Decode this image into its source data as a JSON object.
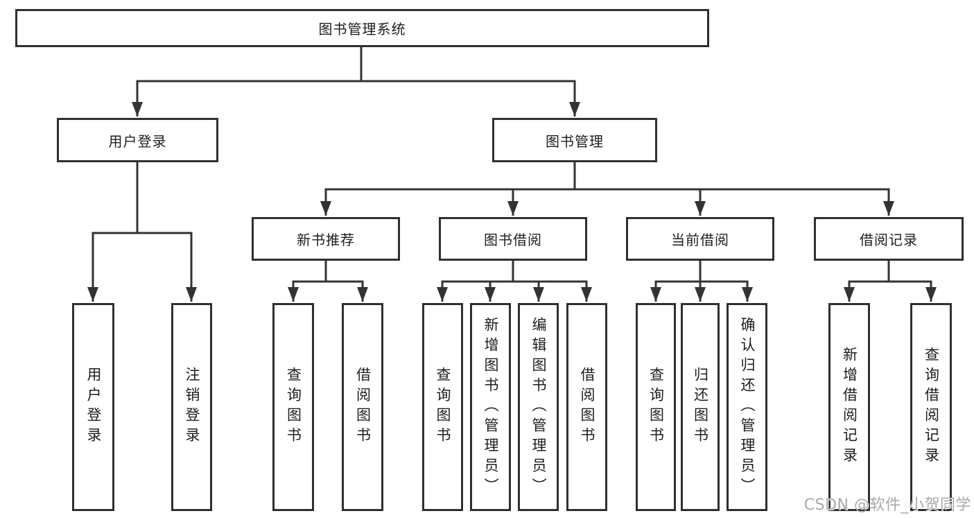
{
  "colors": {
    "line": "#333333",
    "text": "#1d1d1f",
    "box_border": "#2f2f2f",
    "background": "#ffffff",
    "watermark": "#a8a8ae"
  },
  "watermark": {
    "text": "CSDN @软件_小贺同学"
  },
  "tree": {
    "root": {
      "label": "图书管理系统"
    },
    "branches": [
      {
        "label": "用户登录",
        "children": [
          {
            "label": "用户登录"
          },
          {
            "label": "注销登录"
          }
        ]
      },
      {
        "label": "图书管理",
        "sections": [
          {
            "label": "新书推荐",
            "children": [
              {
                "label": "查询图书"
              },
              {
                "label": "借阅图书"
              }
            ]
          },
          {
            "label": "图书借阅",
            "children": [
              {
                "label": "查询图书"
              },
              {
                "label": "新增图书（管理员）"
              },
              {
                "label": "编辑图书（管理员）"
              },
              {
                "label": "借阅图书"
              }
            ]
          },
          {
            "label": "当前借阅",
            "children": [
              {
                "label": "查询图书"
              },
              {
                "label": "归还图书"
              },
              {
                "label": "确认归还（管理员）"
              }
            ]
          },
          {
            "label": "借阅记录",
            "children": [
              {
                "label": "新增借阅记录"
              },
              {
                "label": "查询借阅记录"
              }
            ]
          }
        ]
      }
    ]
  }
}
